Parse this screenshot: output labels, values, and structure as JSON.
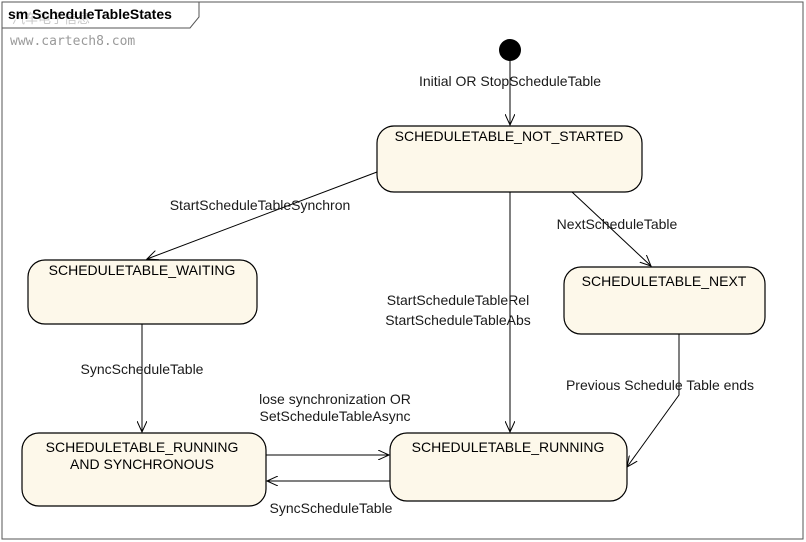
{
  "diagram": {
    "title": "sm ScheduleTableStates",
    "watermark": {
      "logo_text": "汽车电子信息",
      "url": "www.cartech8.com"
    },
    "colors": {
      "state_fill": "#fdf8ea",
      "state_stroke": "#000000",
      "edge": "#000000",
      "frame": "#555555"
    },
    "states": {
      "not_started": "SCHEDULETABLE_NOT_STARTED",
      "waiting": "SCHEDULETABLE_WAITING",
      "next": "SCHEDULETABLE_NEXT",
      "running_sync_line1": "SCHEDULETABLE_RUNNING",
      "running_sync_line2": "AND SYNCHRONOUS",
      "running": "SCHEDULETABLE_RUNNING"
    },
    "transitions": {
      "initial": "Initial OR StopScheduleTable",
      "start_synchron": "StartScheduleTableSynchron",
      "next_schedule": "NextScheduleTable",
      "start_rel": "StartScheduleTableRel",
      "start_abs": "StartScheduleTableAbs",
      "sync_waiting": "SyncScheduleTable",
      "previous_ends": "Previous Schedule Table ends",
      "lose_sync_line1": "lose synchronization OR",
      "lose_sync_line2": "SetScheduleTableAsync",
      "sync_running": "SyncScheduleTable"
    }
  }
}
